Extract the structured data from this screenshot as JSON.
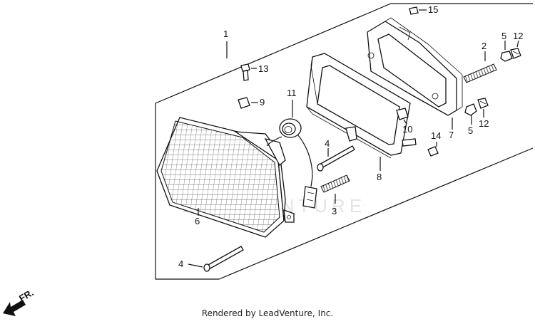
{
  "watermark": "LEADVENTURE",
  "direction_label": "FR.",
  "footer": "Rendered by LeadVenture, Inc.",
  "callouts": [
    {
      "id": "1",
      "label": "1"
    },
    {
      "id": "2",
      "label": "2"
    },
    {
      "id": "3",
      "label": "3"
    },
    {
      "id": "4a",
      "label": "4"
    },
    {
      "id": "4b",
      "label": "4"
    },
    {
      "id": "5a",
      "label": "5"
    },
    {
      "id": "5b",
      "label": "5"
    },
    {
      "id": "6",
      "label": "6"
    },
    {
      "id": "7",
      "label": "7"
    },
    {
      "id": "8",
      "label": "8"
    },
    {
      "id": "9",
      "label": "9"
    },
    {
      "id": "10",
      "label": "10"
    },
    {
      "id": "11",
      "label": "11"
    },
    {
      "id": "12a",
      "label": "12"
    },
    {
      "id": "12b",
      "label": "12"
    },
    {
      "id": "13",
      "label": "13"
    },
    {
      "id": "14",
      "label": "14"
    },
    {
      "id": "15",
      "label": "15"
    }
  ]
}
